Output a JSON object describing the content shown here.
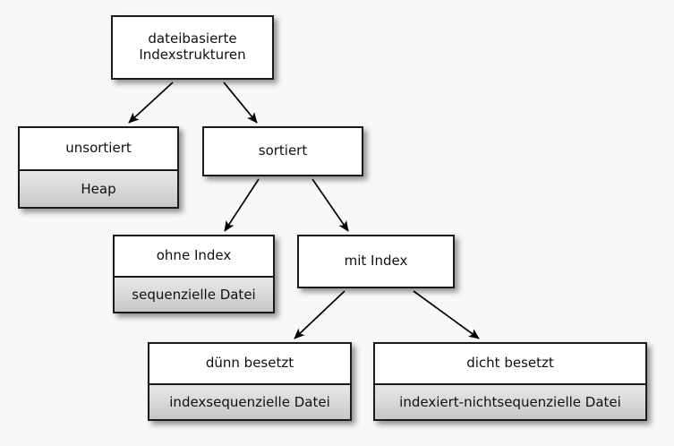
{
  "diagram": {
    "type": "tree",
    "background_color": "#f8f8f8",
    "node_fill": "#ffffff",
    "node_subtitle_fill": "#dcdcdc",
    "border_color": "#1a1a1a",
    "edge_color": "#000000",
    "nodes": [
      {
        "id": "root",
        "title": "dateibasierte Indexstrukturen",
        "title_line1": "dateibasierte",
        "title_line2": "Indexstrukturen",
        "subtitle": null
      },
      {
        "id": "unsortiert",
        "title": "unsortiert",
        "subtitle": "Heap"
      },
      {
        "id": "sortiert",
        "title": "sortiert",
        "subtitle": null
      },
      {
        "id": "ohne-index",
        "title": "ohne Index",
        "subtitle": "sequenzielle Datei"
      },
      {
        "id": "mit-index",
        "title": "mit Index",
        "subtitle": null
      },
      {
        "id": "duenn",
        "title": "dünn besetzt",
        "subtitle": "indexsequenzielle Datei"
      },
      {
        "id": "dicht",
        "title": "dicht besetzt",
        "subtitle": "indexiert-nichtsequenzielle Datei"
      }
    ],
    "edges": [
      {
        "from": "root",
        "to": "unsortiert"
      },
      {
        "from": "root",
        "to": "sortiert"
      },
      {
        "from": "sortiert",
        "to": "ohne-index"
      },
      {
        "from": "sortiert",
        "to": "mit-index"
      },
      {
        "from": "mit-index",
        "to": "duenn"
      },
      {
        "from": "mit-index",
        "to": "dicht"
      }
    ]
  }
}
